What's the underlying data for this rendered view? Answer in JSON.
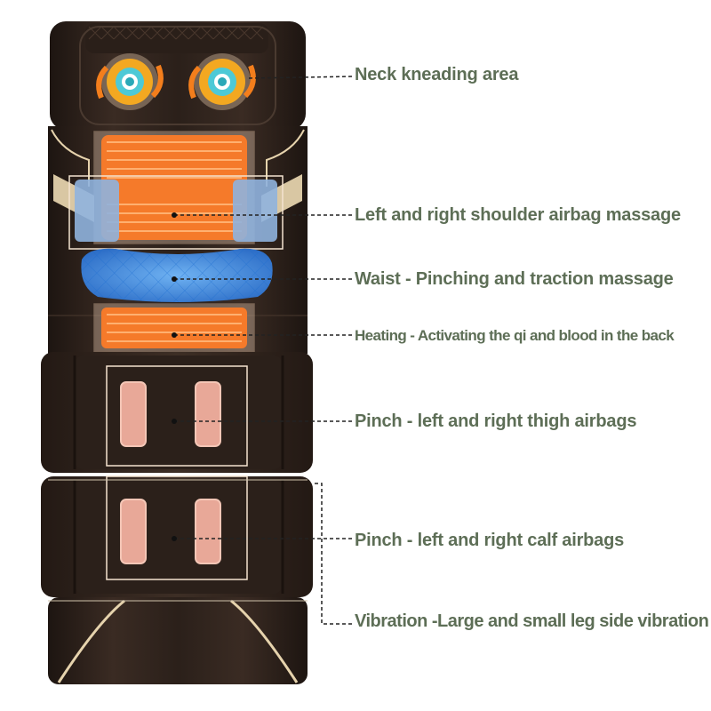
{
  "callouts": {
    "neck": "Neck kneading area",
    "shoulder": "Left and right shoulder airbag massage",
    "waist": "Waist - Pinching and traction massage",
    "heating": "Heating - Activating the qi and blood in the back",
    "thigh": "Pinch - left and right thigh airbags",
    "calf": "Pinch - left and right calf airbags",
    "vibration": "Vibration -Large and small leg side vibration"
  },
  "colors": {
    "text": "#5d6e56",
    "mat": "#2e221c",
    "heating": "#f57a2a",
    "airbag": "#e8a898",
    "waist_pad": "#4a8fe0",
    "gold_trim": "#e6d3ad"
  }
}
